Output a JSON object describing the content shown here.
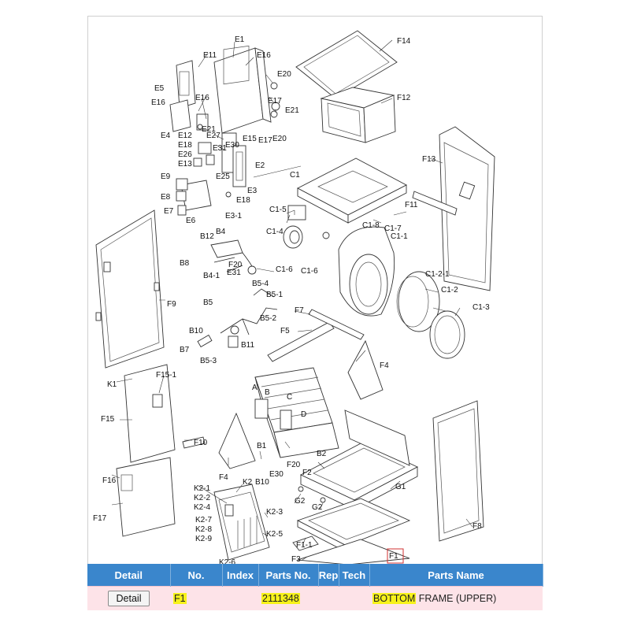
{
  "diagram": {
    "marker_label": "F1",
    "labels": [
      "E1",
      "E11",
      "E16",
      "E5",
      "E20",
      "E16",
      "E17",
      "E21",
      "E16",
      "E4",
      "E12",
      "E18",
      "E26",
      "E13",
      "E27",
      "E30",
      "E31",
      "E15",
      "E17",
      "E20",
      "E21",
      "E2",
      "E25",
      "E3",
      "E18",
      "E3-1",
      "E9",
      "E8",
      "E7",
      "E6",
      "F14",
      "F12",
      "F13",
      "C1",
      "C1-5",
      "C1-7",
      "F11",
      "C1-4",
      "C1-8",
      "C1-1",
      "C1-6",
      "C1-6",
      "C1-2-1",
      "C1-2",
      "C1-3",
      "B12",
      "B4",
      "B8",
      "B4-1",
      "F20",
      "E31",
      "F9",
      "B5",
      "B5-4",
      "B5-1",
      "B5-2",
      "B10",
      "B7",
      "B5-3",
      "B11",
      "F7",
      "F5",
      "F4",
      "K1",
      "F15-1",
      "F15",
      "F10",
      "F4",
      "A",
      "B",
      "C",
      "D",
      "B1",
      "B2",
      "E30",
      "F20",
      "B10",
      "F2",
      "G1",
      "G2",
      "G2",
      "F16",
      "F17",
      "K2",
      "K2-1",
      "K2-2",
      "K2-4",
      "K2-3",
      "K2-7",
      "K2-8",
      "K2-9",
      "K2-5",
      "K2-6",
      "F1-1",
      "F3",
      "F8",
      "F1"
    ]
  },
  "table": {
    "headers": {
      "detail": "Detail",
      "no": "No.",
      "index": "Index",
      "parts_no": "Parts No.",
      "rep": "Rep",
      "tech": "Tech",
      "parts_name": "Parts Name"
    },
    "row": {
      "detail_button": "Detail",
      "no": "F1",
      "index": "",
      "parts_no": "2111348",
      "rep": "",
      "tech": "",
      "parts_name_highlight": "BOTTOM",
      "parts_name_rest": " FRAME (UPPER)"
    }
  },
  "colors": {
    "header_bg": "#3a86cc",
    "row_bg": "#fde3e8",
    "highlight": "#f7f21a",
    "marker": "#d03030"
  }
}
